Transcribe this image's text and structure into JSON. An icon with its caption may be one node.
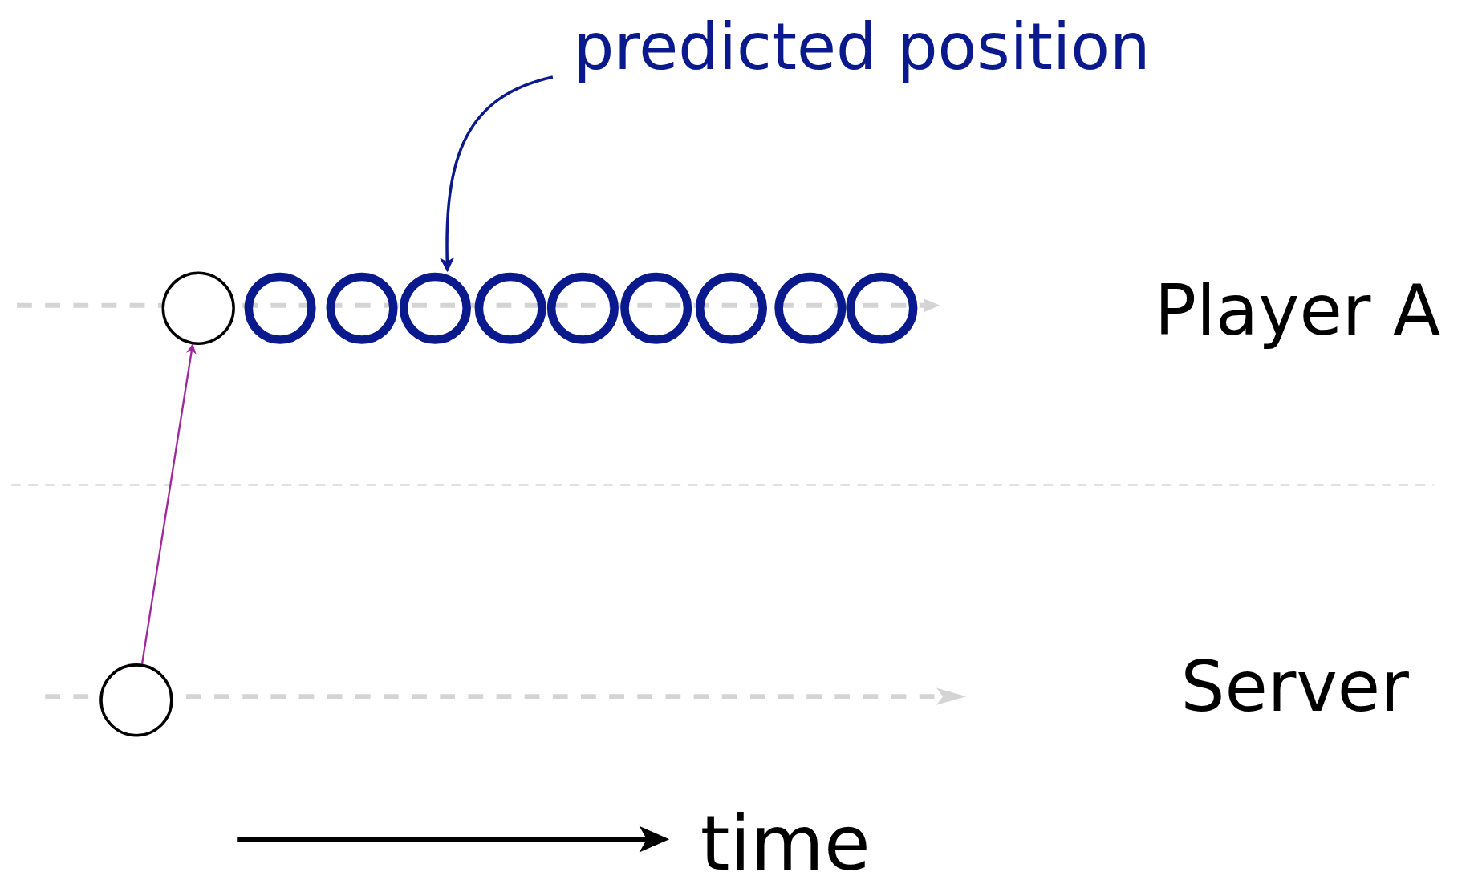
{
  "diagram": {
    "nodes": [
      {
        "text": [
          "predicted position"
        ]
      },
      {
        "text": [],
        "shape": "circle"
      },
      {
        "text": [],
        "shape": "circle"
      },
      {
        "text": [],
        "shape": "circle"
      },
      {
        "text": [],
        "shape": "circle"
      },
      {
        "text": [],
        "shape": "circle"
      },
      {
        "text": [],
        "shape": "circle"
      },
      {
        "text": [],
        "shape": "circle"
      },
      {
        "text": [],
        "shape": "circle"
      },
      {
        "text": [],
        "shape": "circle"
      },
      {
        "text": [],
        "shape": "circle"
      },
      {
        "text": [],
        "shape": "circle"
      }
    ],
    "edges": [
      {
        "from": 0,
        "to": 4,
        "arrow": "to",
        "color": "#0a1a8c"
      },
      {
        "from": 11,
        "to": 1,
        "arrow": "to",
        "color": "#a0289c"
      }
    ],
    "labels": [
      "Player A",
      "Server",
      "time"
    ]
  }
}
